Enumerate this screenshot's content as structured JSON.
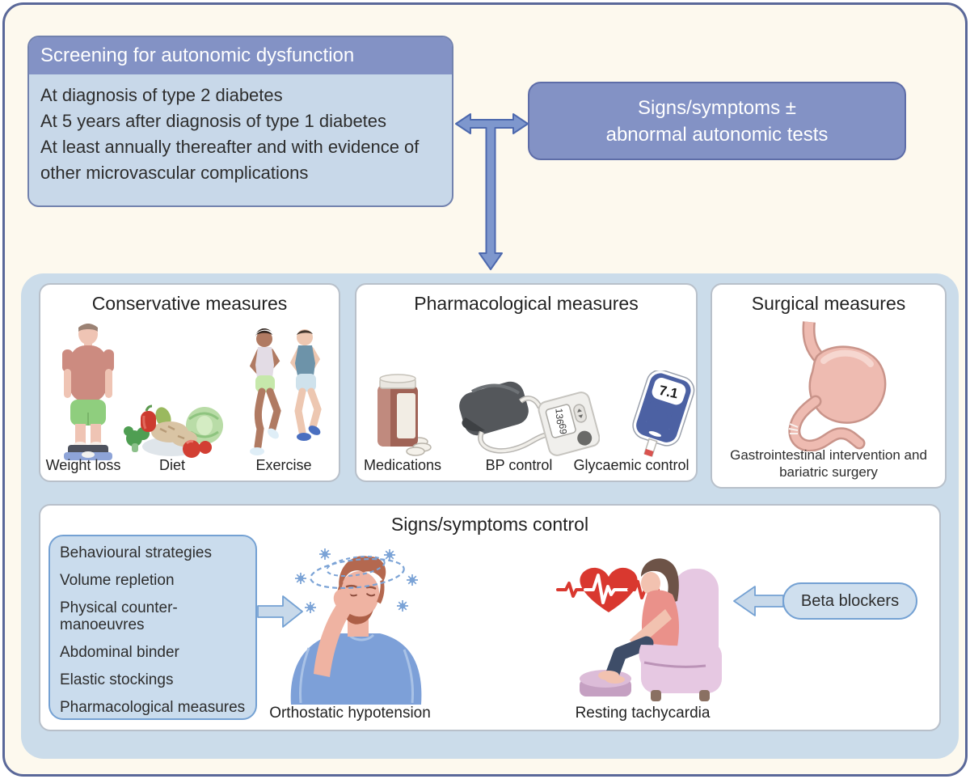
{
  "screening": {
    "title": "Screening for autonomic dysfunction",
    "items": [
      "At diagnosis of type 2 diabetes",
      "At 5 years after diagnosis of type 1 diabetes",
      "At least annually thereafter and with evidence of other microvascular complications"
    ]
  },
  "signs_symptoms": {
    "line1": "Signs/symptoms ±",
    "line2": "abnormal autonomic tests"
  },
  "measures": {
    "conservative": {
      "title": "Conservative measures",
      "labels": [
        "Weight loss",
        "Diet",
        "Exercise"
      ]
    },
    "pharmacological": {
      "title": "Pharmacological measures",
      "labels": [
        "Medications",
        "BP control",
        "Glycaemic control"
      ],
      "bp_reading": {
        "systolic": "136",
        "diastolic": "69"
      },
      "glucose_reading": "7.1"
    },
    "surgical": {
      "title": "Surgical measures",
      "caption": "Gastrointestinal intervention and bariatric surgery"
    }
  },
  "signs_control": {
    "title": "Signs/symptoms control",
    "strategies": [
      "Behavioural strategies",
      "Volume repletion",
      "Physical counter-manoeuvres",
      "Abdominal binder",
      "Elastic stockings",
      "Pharmacological measures"
    ],
    "orthostatic_label": "Orthostatic hypotension",
    "tachycardia_label": "Resting tachycardia",
    "beta_blockers_label": "Beta blockers"
  },
  "icons": {
    "conservative": [
      "person-on-scale",
      "vegetables",
      "two-runners"
    ],
    "pharmacological": [
      "pill-bottle",
      "bp-cuff-and-monitor",
      "glucose-meter"
    ],
    "surgical": [
      "stomach"
    ],
    "signs_control": [
      "dizzy-man",
      "heart-ecg",
      "woman-in-armchair"
    ],
    "arrows": [
      "double-headed-plus-down-arrow",
      "right-arrow",
      "left-arrow"
    ]
  },
  "colors": {
    "page_background": "#fdf9ee",
    "page_border": "#5a6899",
    "header_blue": "#8392c5",
    "panel_light_blue": "#c8d8e9",
    "container_blue": "#cbdcea",
    "accent_border_blue": "#74a1d3",
    "arrow_fill": "#7e97cd",
    "arrow_stroke": "#4d69ae",
    "heart_red": "#d9382f",
    "text": "#2d2d2d"
  }
}
